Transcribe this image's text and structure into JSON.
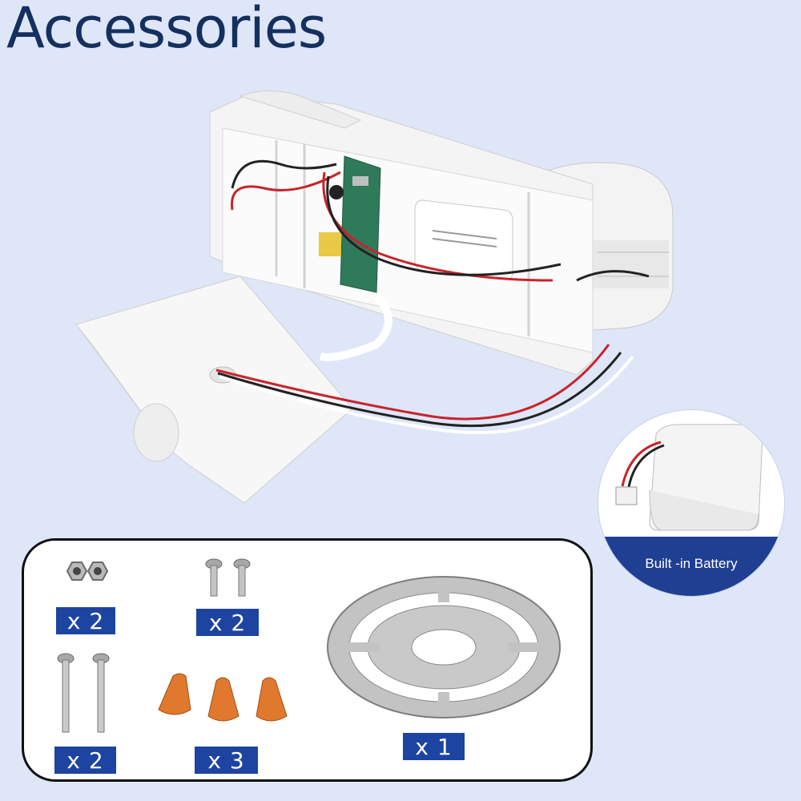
{
  "title": "Accessories",
  "product": {
    "name": "exit-light-fixture-opened"
  },
  "battery": {
    "label": "Built -in Battery"
  },
  "accessories": {
    "nuts": {
      "qty": "x 2"
    },
    "short_screws": {
      "qty": "x 2"
    },
    "long_screws": {
      "qty": "x 2"
    },
    "wire_nuts": {
      "qty": "x 3"
    },
    "mounting_plate": {
      "qty": "x 1"
    }
  },
  "colors": {
    "background": "#dfe6f8",
    "title": "#14305f",
    "label_fill": "#1d44a0",
    "wire_nut": "#e0782e"
  }
}
